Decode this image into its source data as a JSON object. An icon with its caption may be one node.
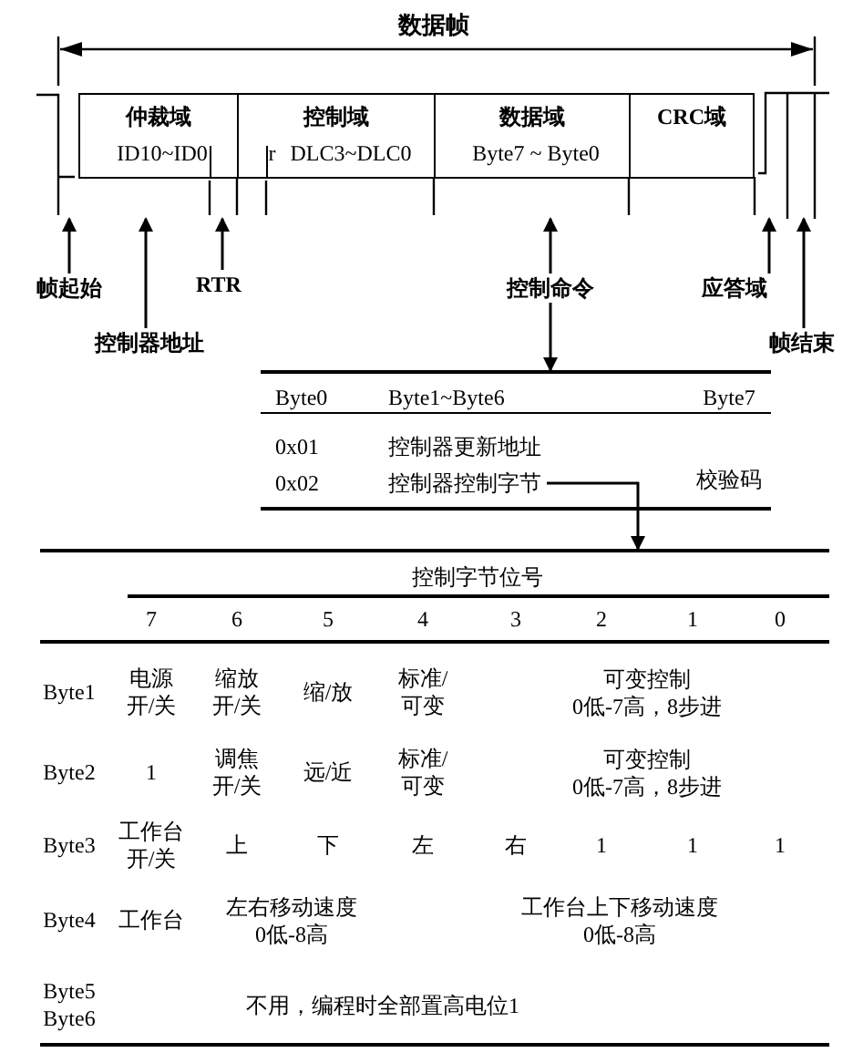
{
  "diagram": {
    "nodes": [
      {
        "text": [
          "仲裁域",
          "ID10~ID0"
        ],
        "in": 13
      },
      {
        "text": [
          "控制域",
          "r",
          "DLC3~DLC0"
        ],
        "in": 13
      },
      {
        "text": [
          "数据域",
          "Byte7 ~ Byte0"
        ],
        "in": 13
      },
      {
        "text": [
          "CRC域"
        ],
        "in": 13
      },
      {
        "text": [
          "帧起始"
        ]
      },
      {
        "text": [
          "控制器地址"
        ]
      },
      {
        "text": [
          "RTR"
        ]
      },
      {
        "text": [
          "控制命令"
        ]
      },
      {
        "text": [
          "应答域"
        ]
      },
      {
        "text": [
          "帧结束"
        ]
      },
      {
        "text": [
          "Byte0",
          "Byte1~Byte6",
          "Byte7",
          "0x01",
          "控制器更新地址",
          "校验码",
          "0x02"
        ]
      },
      {
        "text": [
          "控制器控制字节"
        ],
        "in": 10
      },
      {
        "text": [
          "控制字节位号",
          "7",
          "6",
          "5",
          "4",
          "3",
          "2",
          "1",
          "0",
          "Byte1",
          "电源开/关",
          "缩放开/关",
          "缩/放",
          "标准/可变",
          "可变控制",
          "0低-7高，8步进",
          "Byte2",
          "1",
          "调焦开/关",
          "远/近",
          "标准/可变",
          "可变控制",
          "0低-7高，8步进",
          "Byte3",
          "工作台开/关",
          "上",
          "下",
          "左",
          "右",
          "1",
          "1",
          "1",
          "Byte4",
          "工作台",
          "左右移动速度",
          "0低-8高",
          "工作台上下移动速度",
          "0低-8高",
          "Byte5",
          "Byte6",
          "不用，编程时全部置高电位1"
        ]
      },
      {
        "text": [],
        "shape": "line"
      }
    ],
    "edges": [
      {
        "from": 4,
        "to": 13,
        "arrow": "to"
      },
      {
        "from": 5,
        "to": 13,
        "arrow": "to"
      },
      {
        "from": 6,
        "to": 13,
        "arrow": "to"
      },
      {
        "from": 7,
        "to": 13,
        "arrow": "to"
      },
      {
        "from": 7,
        "to": 10,
        "arrow": "to"
      },
      {
        "from": 8,
        "to": 13,
        "arrow": "to"
      },
      {
        "from": 9,
        "to": 13,
        "arrow": "to"
      },
      {
        "from": 11,
        "to": 12,
        "arrow": "to"
      }
    ],
    "labels": [
      "数据帧"
    ]
  }
}
